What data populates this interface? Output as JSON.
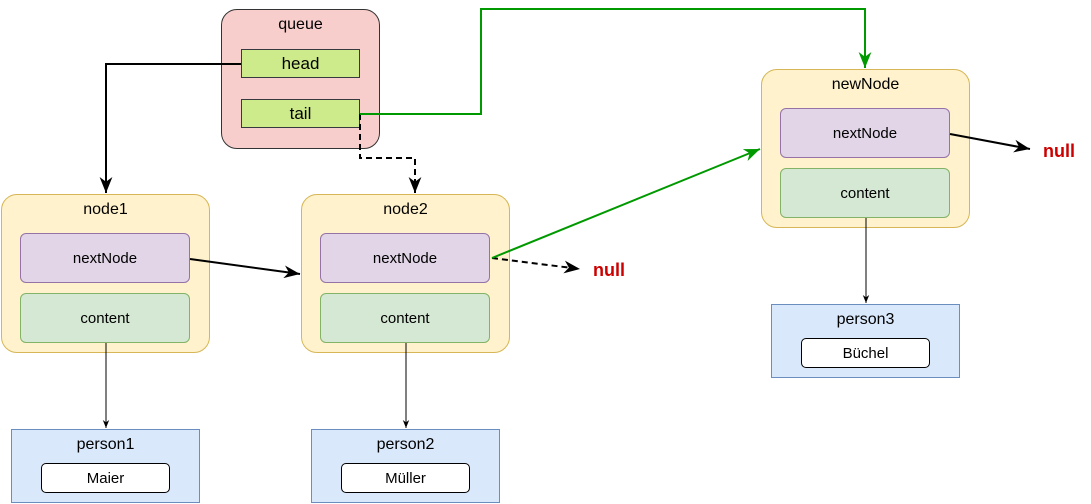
{
  "queue": {
    "title": "queue",
    "head": "head",
    "tail": "tail"
  },
  "nodes": [
    {
      "title": "node1",
      "next": "nextNode",
      "content": "content"
    },
    {
      "title": "node2",
      "next": "nextNode",
      "content": "content"
    },
    {
      "title": "newNode",
      "next": "nextNode",
      "content": "content"
    }
  ],
  "persons": [
    {
      "title": "person1",
      "name": "Maier"
    },
    {
      "title": "person2",
      "name": "Müller"
    },
    {
      "title": "person3",
      "name": "Büchel"
    }
  ],
  "null_labels": [
    "null",
    "null"
  ],
  "colors": {
    "green_arrow": "#009900",
    "null_text": "#cc0000"
  }
}
